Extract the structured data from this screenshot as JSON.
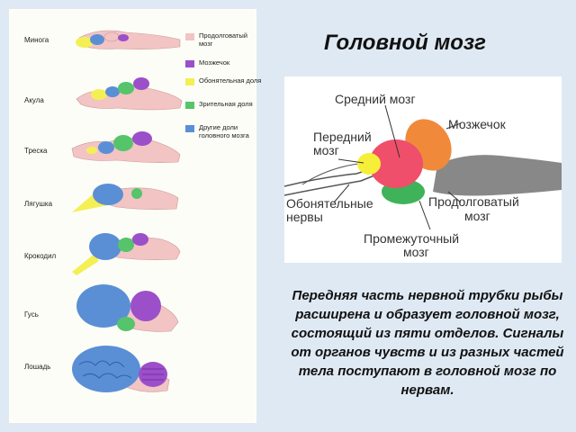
{
  "title": "Головной мозг",
  "species": [
    "Минога",
    "Акула",
    "Треска",
    "Лягушка",
    "Крокодил",
    "Гусь",
    "Лошадь"
  ],
  "legend": [
    {
      "label": "Продолговатый мозг",
      "color": "#f2c4c4"
    },
    {
      "label": "Мозжечок",
      "color": "#9b4fc9"
    },
    {
      "label": "Обонятельная доля",
      "color": "#f4ef55"
    },
    {
      "label": "Зрительная доля",
      "color": "#55c46a"
    },
    {
      "label": "Другие доли головного мозга",
      "color": "#5a8fd6"
    }
  ],
  "fish_diagram": {
    "labels": {
      "midbrain": "Средний мозг",
      "forebrain_l1": "Передний",
      "forebrain_l2": "мозг",
      "cerebellum": "Мозжечок",
      "olfactory_l1": "Обонятельные",
      "olfactory_l2": "нервы",
      "medulla_l1": "Продолговатый",
      "medulla_l2": "мозг",
      "diencephalon_l1": "Промежуточный",
      "diencephalon_l2": "мозг"
    },
    "colors": {
      "midbrain": "#ef4f6a",
      "forebrain": "#f6ef3a",
      "cerebellum": "#f08a3a",
      "medulla": "#888888",
      "diencephalon": "#3fb35a"
    }
  },
  "caption": "Передняя часть нервной трубки рыбы расширена и образует головной мозг, состоящий из пяти отделов. Сигналы от органов чувств и из разных частей тела поступают в головной мозг по нервам."
}
